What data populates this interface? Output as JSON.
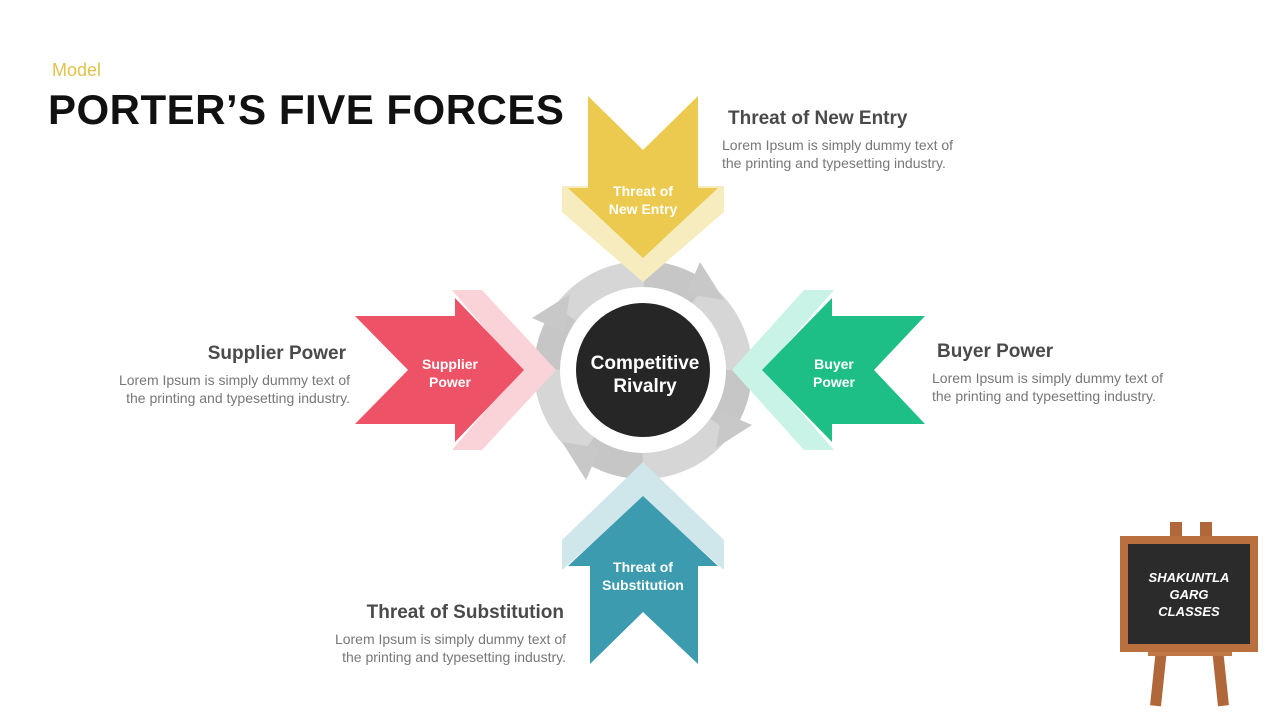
{
  "header": {
    "subtitle": "Model",
    "title": "PORTER’S FIVE FORCES"
  },
  "center": {
    "line1": "Competitive",
    "line2": "Rivalry"
  },
  "forces": {
    "new_entry": {
      "arrow_line1": "Threat of",
      "arrow_line2": "New Entry",
      "heading": "Threat of New Entry",
      "desc_line1": "Lorem Ipsum is simply dummy text of",
      "desc_line2": "the printing and typesetting industry.",
      "color": "#ebca4f",
      "shadow_color": "#f6ecbe"
    },
    "supplier": {
      "arrow_line1": "Supplier",
      "arrow_line2": "Power",
      "heading": "Supplier Power",
      "desc_line1": "Lorem Ipsum is simply dummy text of",
      "desc_line2": "the printing and typesetting industry.",
      "color": "#ee5266",
      "shadow_color": "#f9d3d8"
    },
    "buyer": {
      "arrow_line1": "Buyer",
      "arrow_line2": "Power",
      "heading": "Buyer Power",
      "desc_line1": "Lorem Ipsum is simply dummy text of",
      "desc_line2": "the printing and typesetting industry.",
      "color": "#1ebf86",
      "shadow_color": "#c9f3e6"
    },
    "substitution": {
      "arrow_line1": "Threat of",
      "arrow_line2": "Substitution",
      "heading": "Threat of Substitution",
      "desc_line1": "Lorem Ipsum is simply dummy text of",
      "desc_line2": "the printing and typesetting industry.",
      "color": "#3c9bae",
      "shadow_color": "#cfe6ea"
    }
  },
  "logo": {
    "line1": "SHAKUNTLA",
    "line2": "GARG",
    "line3": "CLASSES"
  }
}
